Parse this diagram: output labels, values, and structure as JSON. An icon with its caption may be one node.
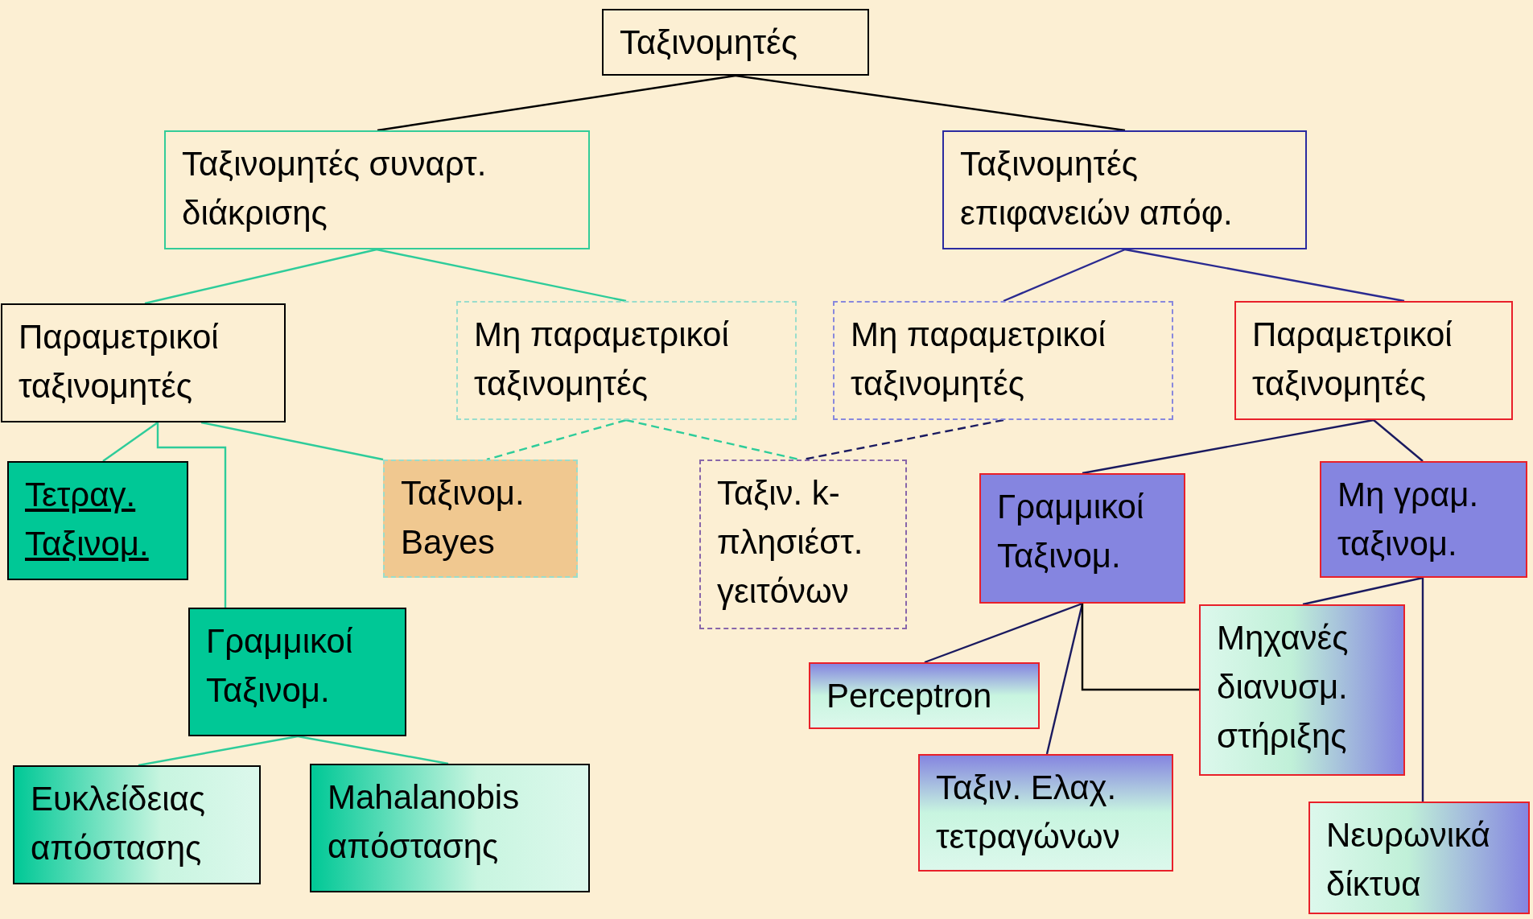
{
  "diagram": {
    "nodes": [
      {
        "text": [
          "Ταξινομητές"
        ]
      },
      {
        "text": [
          "Ταξινομητές συναρτ. διάκρισης"
        ]
      },
      {
        "text": [
          "Ταξινομητές επιφανειών απόφ."
        ]
      },
      {
        "text": [
          "Παραμετρικοί ταξινομητές"
        ]
      },
      {
        "text": [
          "Μη παραμετρικοί ταξινομητές"
        ]
      },
      {
        "text": [
          "Μη παραμετρικοί ταξινομητές"
        ]
      },
      {
        "text": [
          "Παραμετρικοί ταξινομητές"
        ]
      },
      {
        "text": [
          "Τετραγ. Ταξινομ."
        ]
      },
      {
        "text": [
          "Ταξινομ. Bayes"
        ]
      },
      {
        "text": [
          "Ταξιν. k-πλησιέστ. γειτόνων"
        ]
      },
      {
        "text": [
          "Γραμμικοί Ταξινομ."
        ]
      },
      {
        "text": [
          "Μη γραμ. ταξινομ."
        ]
      },
      {
        "text": [
          "Γραμμικοί Ταξινομ."
        ]
      },
      {
        "text": [
          "Perceptron"
        ]
      },
      {
        "text": [
          "Ταξιν. Ελαχ. τετραγώνων"
        ]
      },
      {
        "text": [
          "Μηχανές διανυσμ. στήριξης"
        ]
      },
      {
        "text": [
          "Νευρωνικά δίκτυα"
        ]
      },
      {
        "text": [
          "Ευκλείδειας απόστασης"
        ]
      },
      {
        "text": [
          "Mahalanobis απόστασης"
        ]
      }
    ],
    "edges": [
      {
        "from": 0,
        "to": 1,
        "arrow": "none",
        "color": "#000000"
      },
      {
        "from": 0,
        "to": 2,
        "arrow": "none",
        "color": "#000000"
      },
      {
        "from": 1,
        "to": 3,
        "arrow": "none"
      },
      {
        "from": 1,
        "to": 4,
        "arrow": "none"
      },
      {
        "from": 2,
        "to": 5,
        "arrow": "none",
        "color": "#2a2a90"
      },
      {
        "from": 2,
        "to": 6,
        "arrow": "none",
        "color": "#2a2a90"
      },
      {
        "from": 3,
        "to": 7,
        "arrow": "none"
      },
      {
        "from": 3,
        "to": 12,
        "arrow": "none"
      },
      {
        "from": 3,
        "to": 8,
        "arrow": "none"
      },
      {
        "from": 4,
        "to": 8,
        "arrow": "none",
        "style": "dashed"
      },
      {
        "from": 4,
        "to": 9,
        "arrow": "none",
        "style": "dashed"
      },
      {
        "from": 5,
        "to": 9,
        "arrow": "none",
        "style": "dashed",
        "color": "#1a1a60"
      },
      {
        "from": 6,
        "to": 10,
        "arrow": "none",
        "color": "#1a1a60"
      },
      {
        "from": 6,
        "to": 11,
        "arrow": "none",
        "color": "#1a1a60"
      },
      {
        "from": 10,
        "to": 13,
        "arrow": "none",
        "color": "#1a1a60"
      },
      {
        "from": 10,
        "to": 14,
        "arrow": "none",
        "color": "#1a1a60"
      },
      {
        "from": 10,
        "to": 15,
        "arrow": "none",
        "color": "#000000"
      },
      {
        "from": 11,
        "to": 15,
        "arrow": "none",
        "color": "#1a1a60"
      },
      {
        "from": 11,
        "to": 16,
        "arrow": "none",
        "color": "#1a1a60"
      },
      {
        "from": 12,
        "to": 17,
        "arrow": "none"
      },
      {
        "from": 12,
        "to": 18,
        "arrow": "none"
      }
    ]
  }
}
